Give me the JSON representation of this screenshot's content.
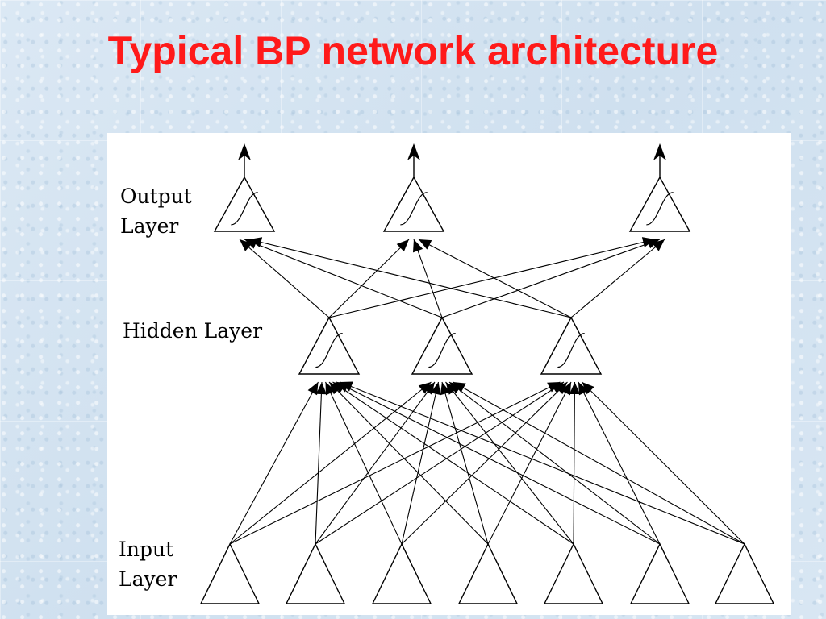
{
  "slide": {
    "title": "Typical BP network architecture"
  },
  "diagram": {
    "labels": {
      "output_line1": "Output",
      "output_line2": "Layer",
      "hidden": "Hidden Layer",
      "input_line1": "Input",
      "input_line2": "Layer"
    },
    "layers": [
      {
        "name": "Output",
        "node_count": 3,
        "activation": "sigmoid"
      },
      {
        "name": "Hidden",
        "node_count": 3,
        "activation": "sigmoid"
      },
      {
        "name": "Input",
        "node_count": 7,
        "activation": "none"
      }
    ],
    "connectivity": "fully-connected",
    "colors": {
      "title": "#ff1a1a",
      "background": "#d4e4f1",
      "panel": "#ffffff",
      "lines": "#000000"
    }
  }
}
